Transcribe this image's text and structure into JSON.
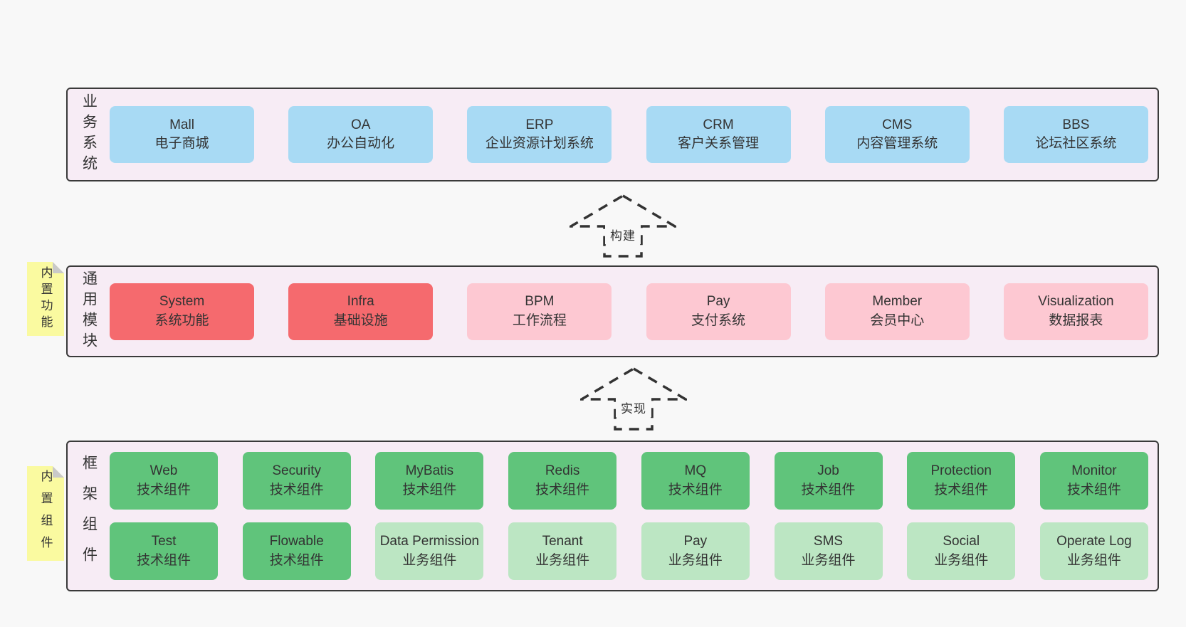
{
  "colors": {
    "page_bg": "#f8f8f8",
    "container_bg": "#f7ecf5",
    "container_border": "#3a3a3a",
    "blue": "#a8daf4",
    "red": "#f56a6e",
    "pink": "#fdc8d2",
    "green": "#60c47b",
    "light_green": "#bce6c3",
    "sticky_yellow": "#fafaa0",
    "sticky_fold": "#c9c9c9",
    "text": "#333333",
    "arrow": "#333333"
  },
  "arrows": [
    {
      "label": "构建"
    },
    {
      "label": "实现"
    }
  ],
  "layers": [
    {
      "side_label": "业务系统",
      "sticky": null,
      "rows": [
        [
          {
            "title": "Mall",
            "subtitle": "电子商城",
            "color": "blue"
          },
          {
            "title": "OA",
            "subtitle": "办公自动化",
            "color": "blue"
          },
          {
            "title": "ERP",
            "subtitle": "企业资源计划系统",
            "color": "blue"
          },
          {
            "title": "CRM",
            "subtitle": "客户关系管理",
            "color": "blue"
          },
          {
            "title": "CMS",
            "subtitle": "内容管理系统",
            "color": "blue"
          },
          {
            "title": "BBS",
            "subtitle": "论坛社区系统",
            "color": "blue"
          }
        ]
      ]
    },
    {
      "side_label": "通用模块",
      "sticky": "内置功能",
      "rows": [
        [
          {
            "title": "System",
            "subtitle": "系统功能",
            "color": "red"
          },
          {
            "title": "Infra",
            "subtitle": "基础设施",
            "color": "red"
          },
          {
            "title": "BPM",
            "subtitle": "工作流程",
            "color": "pink"
          },
          {
            "title": "Pay",
            "subtitle": "支付系统",
            "color": "pink"
          },
          {
            "title": "Member",
            "subtitle": "会员中心",
            "color": "pink"
          },
          {
            "title": "Visualization",
            "subtitle": "数据报表",
            "color": "pink"
          }
        ]
      ]
    },
    {
      "side_label": "框架组件",
      "sticky": "内置组件",
      "rows": [
        [
          {
            "title": "Web",
            "subtitle": "技术组件",
            "color": "green"
          },
          {
            "title": "Security",
            "subtitle": "技术组件",
            "color": "green"
          },
          {
            "title": "MyBatis",
            "subtitle": "技术组件",
            "color": "green"
          },
          {
            "title": "Redis",
            "subtitle": "技术组件",
            "color": "green"
          },
          {
            "title": "MQ",
            "subtitle": "技术组件",
            "color": "green"
          },
          {
            "title": "Job",
            "subtitle": "技术组件",
            "color": "green"
          },
          {
            "title": "Protection",
            "subtitle": "技术组件",
            "color": "green"
          },
          {
            "title": "Monitor",
            "subtitle": "技术组件",
            "color": "green"
          }
        ],
        [
          {
            "title": "Test",
            "subtitle": "技术组件",
            "color": "green"
          },
          {
            "title": "Flowable",
            "subtitle": "技术组件",
            "color": "green"
          },
          {
            "title": "Data Permission",
            "subtitle": "业务组件",
            "color": "light_green"
          },
          {
            "title": "Tenant",
            "subtitle": "业务组件",
            "color": "light_green"
          },
          {
            "title": "Pay",
            "subtitle": "业务组件",
            "color": "light_green"
          },
          {
            "title": "SMS",
            "subtitle": "业务组件",
            "color": "light_green"
          },
          {
            "title": "Social",
            "subtitle": "业务组件",
            "color": "light_green"
          },
          {
            "title": "Operate Log",
            "subtitle": "业务组件",
            "color": "light_green"
          }
        ]
      ]
    }
  ]
}
